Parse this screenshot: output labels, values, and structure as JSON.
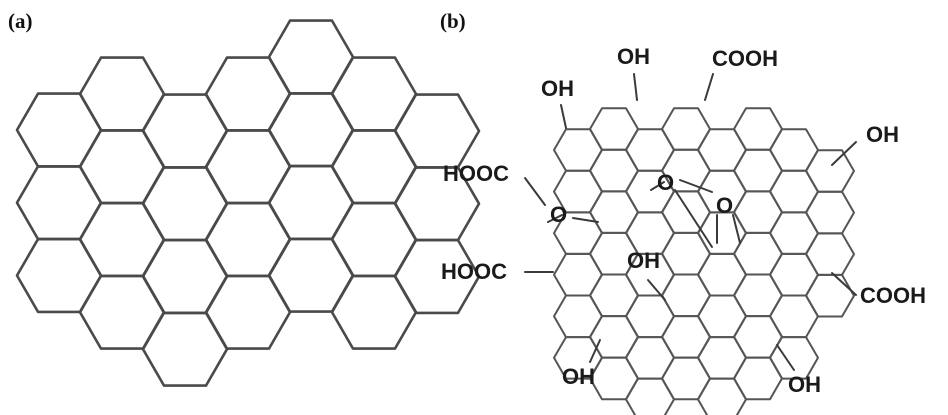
{
  "panels": {
    "a": {
      "label": "(a)"
    },
    "b": {
      "label": "(b)"
    }
  },
  "groups": {
    "oh_top_left": "OH",
    "oh_top_mid": "OH",
    "cooh_top": "COOH",
    "oh_right": "OH",
    "hooc_left_upper": "HOOC",
    "o_left": "O",
    "o_center": "O",
    "o_right": "O",
    "hooc_left_lower": "HOOC",
    "oh_center": "OH",
    "cooh_right": "COOH",
    "oh_bottom_left": "OH",
    "oh_bottom_right": "OH"
  },
  "colors": {
    "lattice_a": "#4a4a4a",
    "lattice_b": "#555555",
    "text": "#1a1a1a"
  }
}
